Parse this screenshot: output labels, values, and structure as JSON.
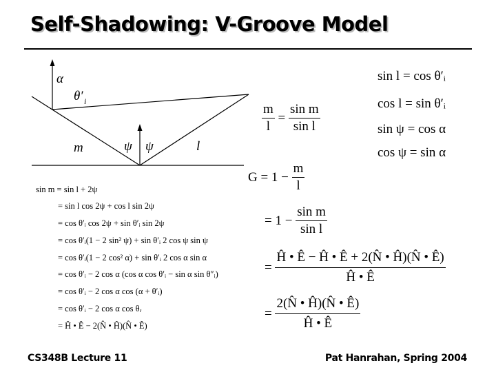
{
  "slide": {
    "title": "Self-Shadowing: V-Groove Model",
    "footer_left": "CS348B Lecture 11",
    "footer_right": "Pat Hanrahan, Spring 2004"
  },
  "diagram": {
    "label_alpha": "α",
    "label_theta": "θ′",
    "label_theta_sub": "i",
    "label_m": "m",
    "label_psi_left": "ψ",
    "label_psi_right": "ψ",
    "label_l": "l"
  },
  "right_column": {
    "identities": [
      "sin l = cos θ′ᵢ",
      "cos l = sin θ′ᵢ",
      "sin ψ = cos α",
      "cos ψ = sin α"
    ],
    "ratio": {
      "num_left": "m",
      "den_left": "l",
      "equals": "=",
      "num_right": "sin m",
      "den_right": "sin l"
    },
    "g1": {
      "lhs": "G = 1 −",
      "num": "m",
      "den": "l"
    },
    "g2": {
      "lhs": "= 1 −",
      "num": "sin m",
      "den": "sin l"
    },
    "g3": {
      "lhs": "=",
      "num": "Ĥ • Ê − Ĥ • Ê + 2(N̂ • Ĥ)(N̂ • Ê)",
      "den": "Ĥ • Ê"
    },
    "g4": {
      "lhs": "=",
      "num": "2(N̂ • Ĥ)(N̂ • Ê)",
      "den": "Ĥ • Ê"
    }
  },
  "derivation": [
    "sin m = sin l + 2ψ",
    "= sin l cos 2ψ + cos l sin 2ψ",
    "= cos θ′ᵢ cos 2ψ + sin θ′ᵢ sin 2ψ",
    "= cos θ′ᵢ(1 − 2 sin² ψ) + sin θ′ᵢ 2 cos ψ sin ψ",
    "= cos θ′ᵢ(1 − 2 cos² α) + sin θ′ᵢ 2 cos α sin α",
    "=  cos θ′ᵢ − 2 cos α (cos α cos θ′ᵢ − sin α sin θ″ᵢ)",
    "=  cos θ′ᵢ − 2 cos α cos (α + θ′ᵢ)",
    "= cos θ′ᵢ − 2 cos α cos θᵣ",
    "= Ĥ • Ê − 2(N̂ • Ĥ)(N̂ • Ê)"
  ]
}
